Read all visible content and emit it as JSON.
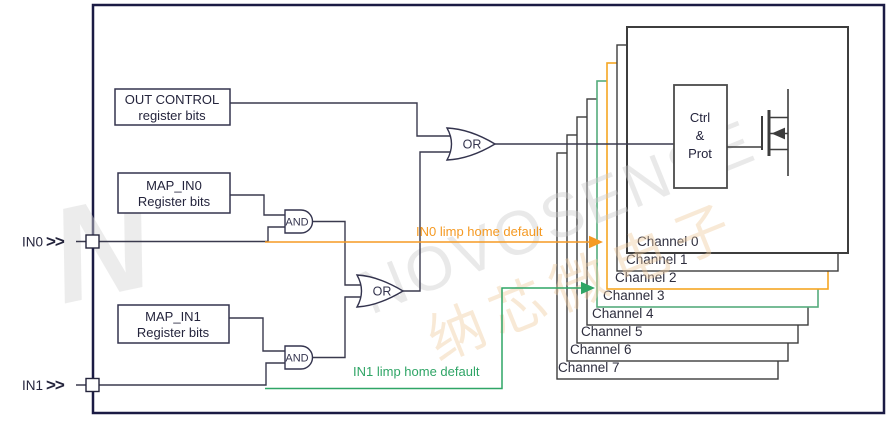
{
  "inputs": [
    {
      "label": "IN0",
      "chevrons": ">>"
    },
    {
      "label": "IN1",
      "chevrons": ">>"
    }
  ],
  "blocks": {
    "out_control": {
      "line1": "OUT CONTROL",
      "line2": "register bits"
    },
    "map_in0": {
      "line1": "MAP_IN0",
      "line2": "Register bits"
    },
    "map_in1": {
      "line1": "MAP_IN1",
      "line2": "Register bits"
    },
    "ctrl_prot": {
      "line1": "Ctrl",
      "line2": "&",
      "line3": "Prot"
    }
  },
  "gates": {
    "and0": "AND",
    "and1": "AND",
    "or0": "OR",
    "or1": "OR"
  },
  "annotations": {
    "in0_limp_home": "IN0 limp home default",
    "in1_limp_home": "IN1 limp home default"
  },
  "channels": [
    {
      "label": "Channel 0",
      "border": "#3d3d3d"
    },
    {
      "label": "Channel 1",
      "border": "#3d3d3d"
    },
    {
      "label": "Channel 2",
      "border": "#F5A623"
    },
    {
      "label": "Channel 3",
      "border": "#55AC7C"
    },
    {
      "label": "Channel 4",
      "border": "#3d3d3d"
    },
    {
      "label": "Channel 5",
      "border": "#3d3d3d"
    },
    {
      "label": "Channel 6",
      "border": "#3d3d3d"
    },
    {
      "label": "Channel 7",
      "border": "#3d3d3d"
    }
  ],
  "colors": {
    "frame": "#1B1B44",
    "wire": "#3a3a4e",
    "orange": "#F59A23",
    "green": "#2FA566",
    "channel2_border": "#F5A623",
    "channel3_border": "#55AC7C"
  },
  "watermark": {
    "brand": "NOVOSENSE",
    "cn": "纳芯微电子",
    "letter": "N"
  }
}
